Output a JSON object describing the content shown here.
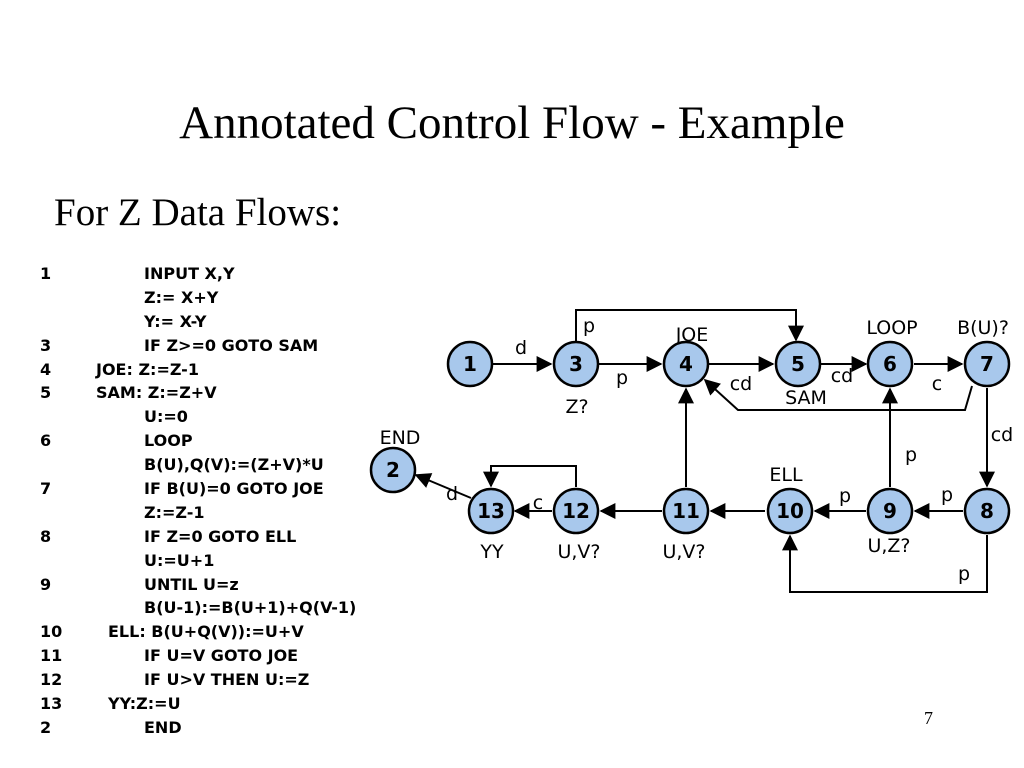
{
  "title": "Annotated Control Flow - Example",
  "subtitle": "For Z Data Flows:",
  "page_number": "7",
  "code_lines": [
    {
      "num": "1",
      "text": "INPUT X,Y"
    },
    {
      "num": "",
      "text": "Z:= X+Y"
    },
    {
      "num": "",
      "text": "Y:= X-Y"
    },
    {
      "num": "3",
      "text": "IF Z>=0 GOTO SAM"
    },
    {
      "num": "4",
      "text": "JOE: Z:=Z-1"
    },
    {
      "num": "5",
      "text": "SAM: Z:=Z+V"
    },
    {
      "num": "",
      "text": "U:=0"
    },
    {
      "num": "6",
      "text": "LOOP"
    },
    {
      "num": "",
      "text": "B(U),Q(V):=(Z+V)*U"
    },
    {
      "num": "7",
      "text": "IF B(U)=0 GOTO JOE"
    },
    {
      "num": "",
      "text": "Z:=Z-1"
    },
    {
      "num": "8",
      "text": "IF Z=0 GOTO ELL"
    },
    {
      "num": "",
      "text": "U:=U+1"
    },
    {
      "num": "9",
      "text": "UNTIL U=z"
    },
    {
      "num": "",
      "text": "B(U-1):=B(U+1)+Q(V-1)"
    },
    {
      "num": "10",
      "text": "ELL: B(U+Q(V)):=U+V"
    },
    {
      "num": "11",
      "text": "IF U=V GOTO JOE"
    },
    {
      "num": "12",
      "text": "IF U>V THEN U:=Z"
    },
    {
      "num": "13",
      "text": "YY:Z:=U"
    },
    {
      "num": "2",
      "text": "END"
    }
  ],
  "graph": {
    "node_color": "#a8c8ec",
    "nodes": [
      "1",
      "3",
      "4",
      "5",
      "6",
      "7",
      "2",
      "13",
      "12",
      "11",
      "10",
      "9",
      "8"
    ],
    "node_labels": {
      "JOE": "JOE",
      "LOOP": "LOOP",
      "B_U": "B(U)?",
      "Z_q": "Z?",
      "SAM": "SAM",
      "END": "END",
      "ELL": "ELL",
      "YY": "YY",
      "UV12": "U,V?",
      "UV11": "U,V?",
      "UZ9": "U,Z?"
    },
    "edge_labels": {
      "e1_3": "d",
      "e3_5": "p",
      "e3_4": "p",
      "e7_4": "cd",
      "e5_6": "cd",
      "e6_7": "c",
      "e7_8": "cd",
      "e9_6": "p",
      "e8_9": "p",
      "e9_10": "p",
      "e8_10": "p",
      "e12_13": "c",
      "e13_2": "d"
    }
  }
}
